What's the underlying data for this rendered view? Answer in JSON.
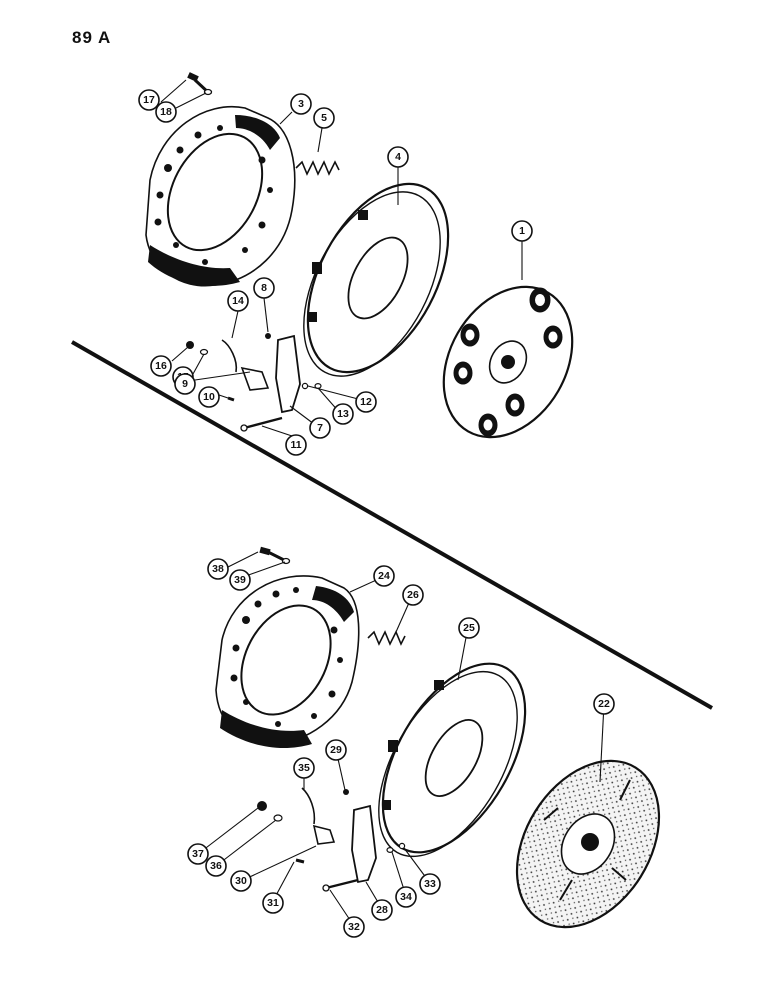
{
  "page_number": "89 A",
  "callouts": {
    "c1": "1",
    "c3": "3",
    "c4": "4",
    "c5": "5",
    "c7": "7",
    "c8": "8",
    "c9": "9",
    "c10": "10",
    "c11": "11",
    "c12": "12",
    "c13": "13",
    "c14": "14",
    "c15": "15",
    "c16": "16",
    "c17": "17",
    "c18": "18",
    "c22": "22",
    "c24": "24",
    "c25": "25",
    "c26": "26",
    "c28": "28",
    "c29": "29",
    "c30": "30",
    "c31": "31",
    "c32": "32",
    "c33": "33",
    "c34": "34",
    "c35": "35",
    "c36": "36",
    "c37": "37",
    "c38": "38",
    "c39": "39"
  }
}
